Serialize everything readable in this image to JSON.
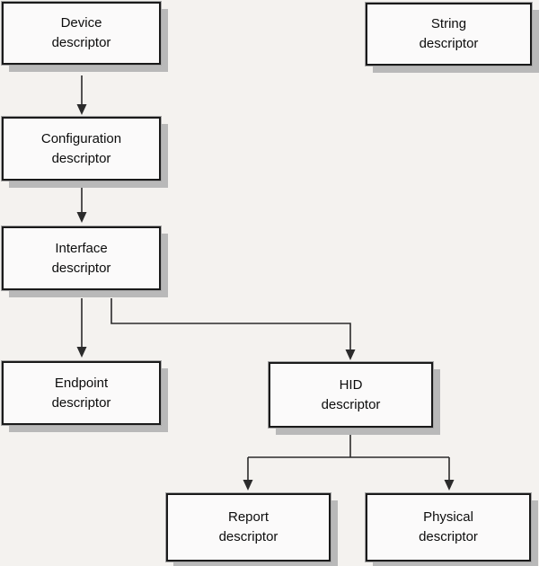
{
  "diagram": {
    "nodes": {
      "device": {
        "line1": "Device",
        "line2": "descriptor"
      },
      "string": {
        "line1": "String",
        "line2": "descriptor"
      },
      "configuration": {
        "line1": "Configuration",
        "line2": "descriptor"
      },
      "interface": {
        "line1": "Interface",
        "line2": "descriptor"
      },
      "endpoint": {
        "line1": "Endpoint",
        "line2": "descriptor"
      },
      "hid": {
        "line1": "HID",
        "line2": "descriptor"
      },
      "report": {
        "line1": "Report",
        "line2": "descriptor"
      },
      "physical": {
        "line1": "Physical",
        "line2": "descriptor"
      }
    },
    "edges": [
      {
        "from": "device",
        "to": "configuration"
      },
      {
        "from": "configuration",
        "to": "interface"
      },
      {
        "from": "interface",
        "to": "endpoint"
      },
      {
        "from": "interface",
        "to": "hid"
      },
      {
        "from": "hid",
        "to": "report"
      },
      {
        "from": "hid",
        "to": "physical"
      }
    ],
    "colors": {
      "background": "#f4f2ef",
      "box_fill": "#fbfafa",
      "box_border": "#1a1a1a",
      "box_outline": "#a6a6a6",
      "box_shadow": "#b9b9b9",
      "arrow": "#2b2b2b"
    }
  }
}
